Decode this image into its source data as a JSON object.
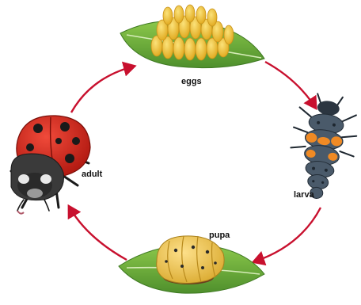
{
  "stages": {
    "eggs": {
      "label": "eggs",
      "icon": "eggs-on-leaf-icon"
    },
    "larva": {
      "label": "larva",
      "icon": "ladybug-larva-icon"
    },
    "pupa": {
      "label": "pupa",
      "icon": "ladybug-pupa-on-leaf-icon"
    },
    "adult": {
      "label": "adult",
      "icon": "ladybug-adult-icon"
    }
  },
  "colors": {
    "arrow": "#c8102e",
    "leaf": "#6fae3a",
    "leaf_dark": "#3f7a22",
    "egg": "#f2c230",
    "ladybug_red": "#d7261e",
    "larva_orange": "#f08a24",
    "larva_body": "#4a5a6a",
    "pupa_yellow": "#f3c74a"
  }
}
